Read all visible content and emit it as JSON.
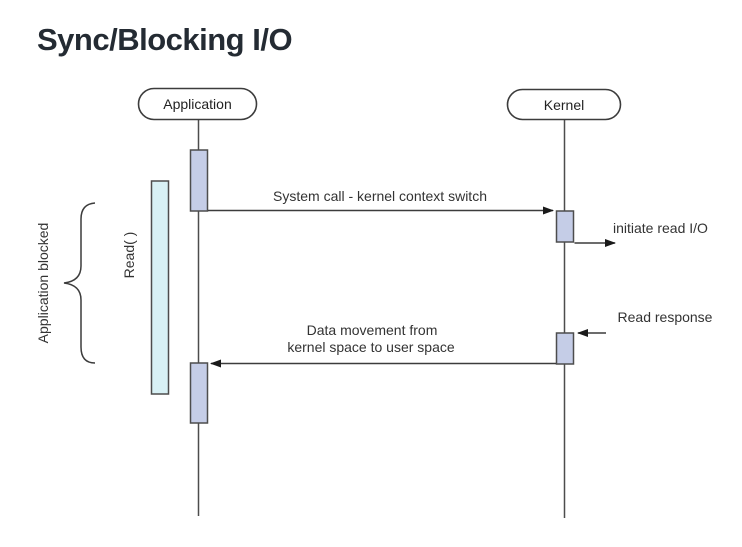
{
  "title": "Sync/Blocking I/O",
  "diagram": {
    "actors": {
      "application": "Application",
      "kernel": "Kernel"
    },
    "messages": {
      "system_call": "System call - kernel context switch",
      "initiate_read": "initiate read I/O",
      "read_response": "Read response",
      "data_movement_line1": "Data movement from",
      "data_movement_line2": "kernel space to user space"
    },
    "annotations": {
      "read_call": "Read( )",
      "blocked": "Application blocked"
    },
    "colors": {
      "activation_fill": "#c5cde7",
      "read_bar_fill": "#d8f1f5",
      "actor_fill": "#ffffff",
      "arrowhead": "#1a1a1a"
    }
  }
}
